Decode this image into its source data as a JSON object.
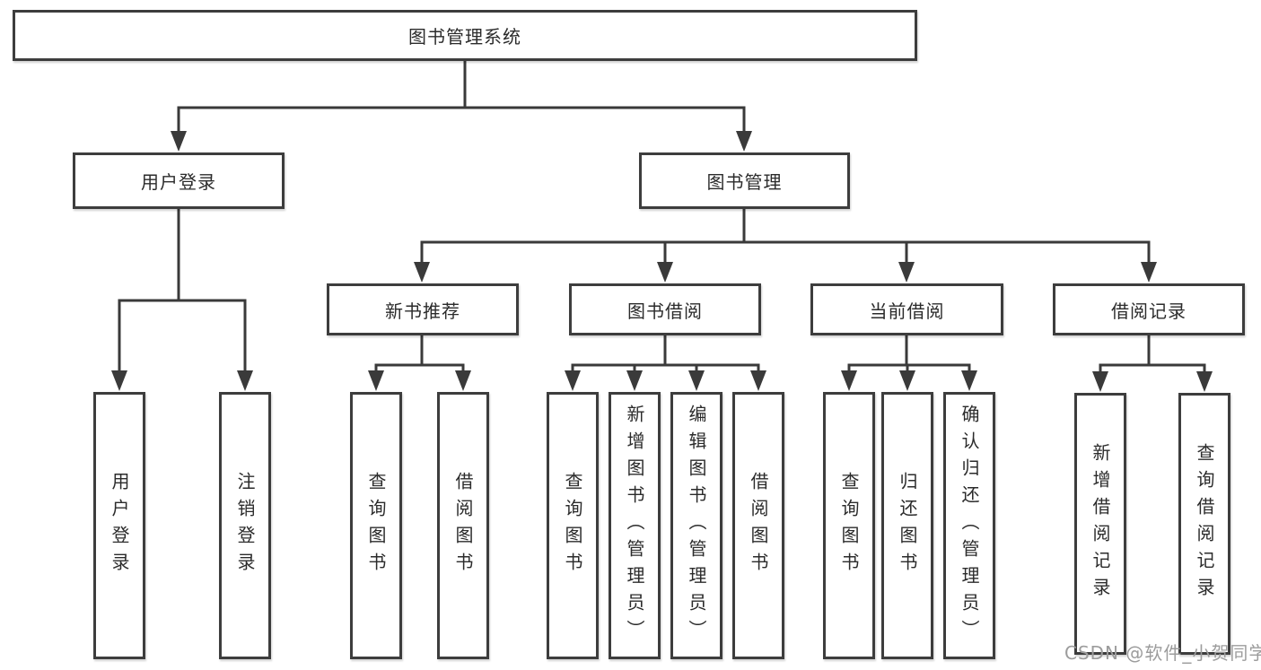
{
  "diagram": {
    "title_box": "图书管理系统",
    "user_login": "用户登录",
    "book_management": "图书管理",
    "user_children": [
      "用户登录",
      "注销登录"
    ],
    "sections": [
      {
        "label": "新书推荐",
        "children": [
          "查询图书",
          "借阅图书"
        ]
      },
      {
        "label": "图书借阅",
        "children": [
          "查询图书",
          "新增图书（管理员）",
          "编辑图书（管理员）",
          "借阅图书"
        ]
      },
      {
        "label": "当前借阅",
        "children": [
          "查询图书",
          "归还图书",
          "确认归还（管理员）"
        ]
      },
      {
        "label": "借阅记录",
        "children": [
          "新增借阅记录",
          "查询借阅记录"
        ]
      }
    ],
    "watermark": "CSDN @软件_小贺同学",
    "colors": {
      "line": "#3a3a3a",
      "border": "#3d3d3d",
      "text": "#2b2b2b",
      "watermark": "#9c9c9c"
    }
  }
}
